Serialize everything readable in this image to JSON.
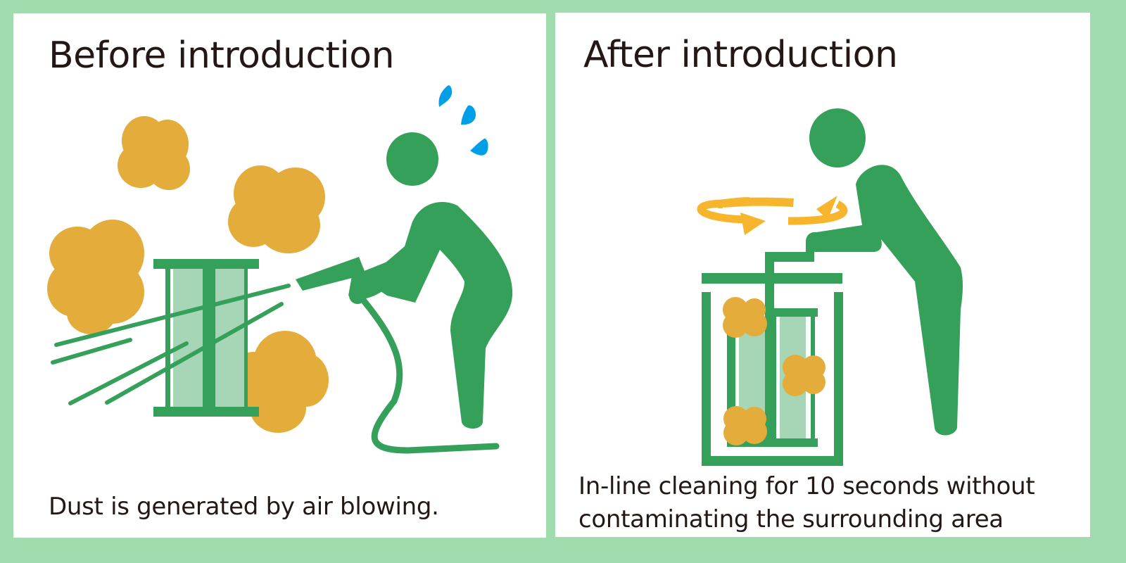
{
  "colors": {
    "background": "#a0dcae",
    "panel": "#ffffff",
    "figure_green": "#35a05a",
    "filter_light_green": "#a6d6b6",
    "dust": "#e3ac3b",
    "sweat": "#009fe8",
    "rotation_arrow": "#f7b52e",
    "text": "#231815"
  },
  "before": {
    "title": "Before introduction",
    "caption": "Dust is generated by air blowing."
  },
  "after": {
    "title": "After introduction",
    "caption_line1": "In-line cleaning for 10 seconds without",
    "caption_line2": "contaminating the surrounding area"
  }
}
